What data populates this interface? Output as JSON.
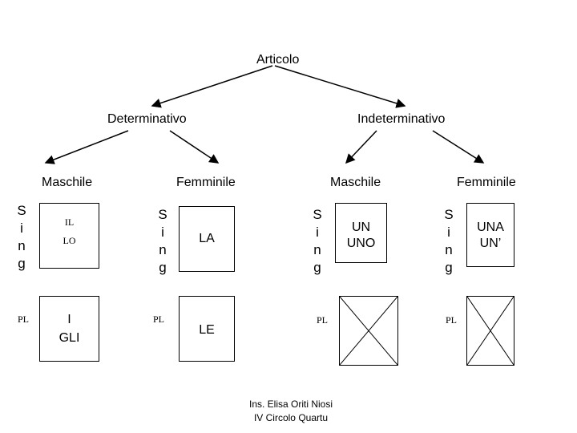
{
  "root": "Articolo",
  "determinativo": {
    "label": "Determinativo",
    "maschile": {
      "label": "Maschile",
      "singular_label": [
        "S",
        "i",
        "n",
        "g"
      ],
      "singular": [
        "IL",
        "LO"
      ],
      "plural_label": "PL",
      "plural": [
        "I",
        "GLI"
      ]
    },
    "femminile": {
      "label": "Femminile",
      "singular_label": [
        "S",
        "i",
        "n",
        "g"
      ],
      "singular": [
        "LA"
      ],
      "plural_label": "PL",
      "plural": [
        "LE"
      ]
    }
  },
  "indeterminativo": {
    "label": "Indeterminativo",
    "maschile": {
      "label": "Maschile",
      "singular_label": [
        "S",
        "i",
        "n",
        "g"
      ],
      "singular": [
        "UN",
        "UNO"
      ],
      "plural_label": "PL"
    },
    "femminile": {
      "label": "Femminile",
      "singular_label": [
        "S",
        "i",
        "n",
        "g"
      ],
      "singular": [
        "UNA",
        "UN’"
      ],
      "plural_label": "PL"
    }
  },
  "footer": {
    "line1": "Ins. Elisa Oriti Niosi",
    "line2": "IV Circolo Quartu"
  }
}
